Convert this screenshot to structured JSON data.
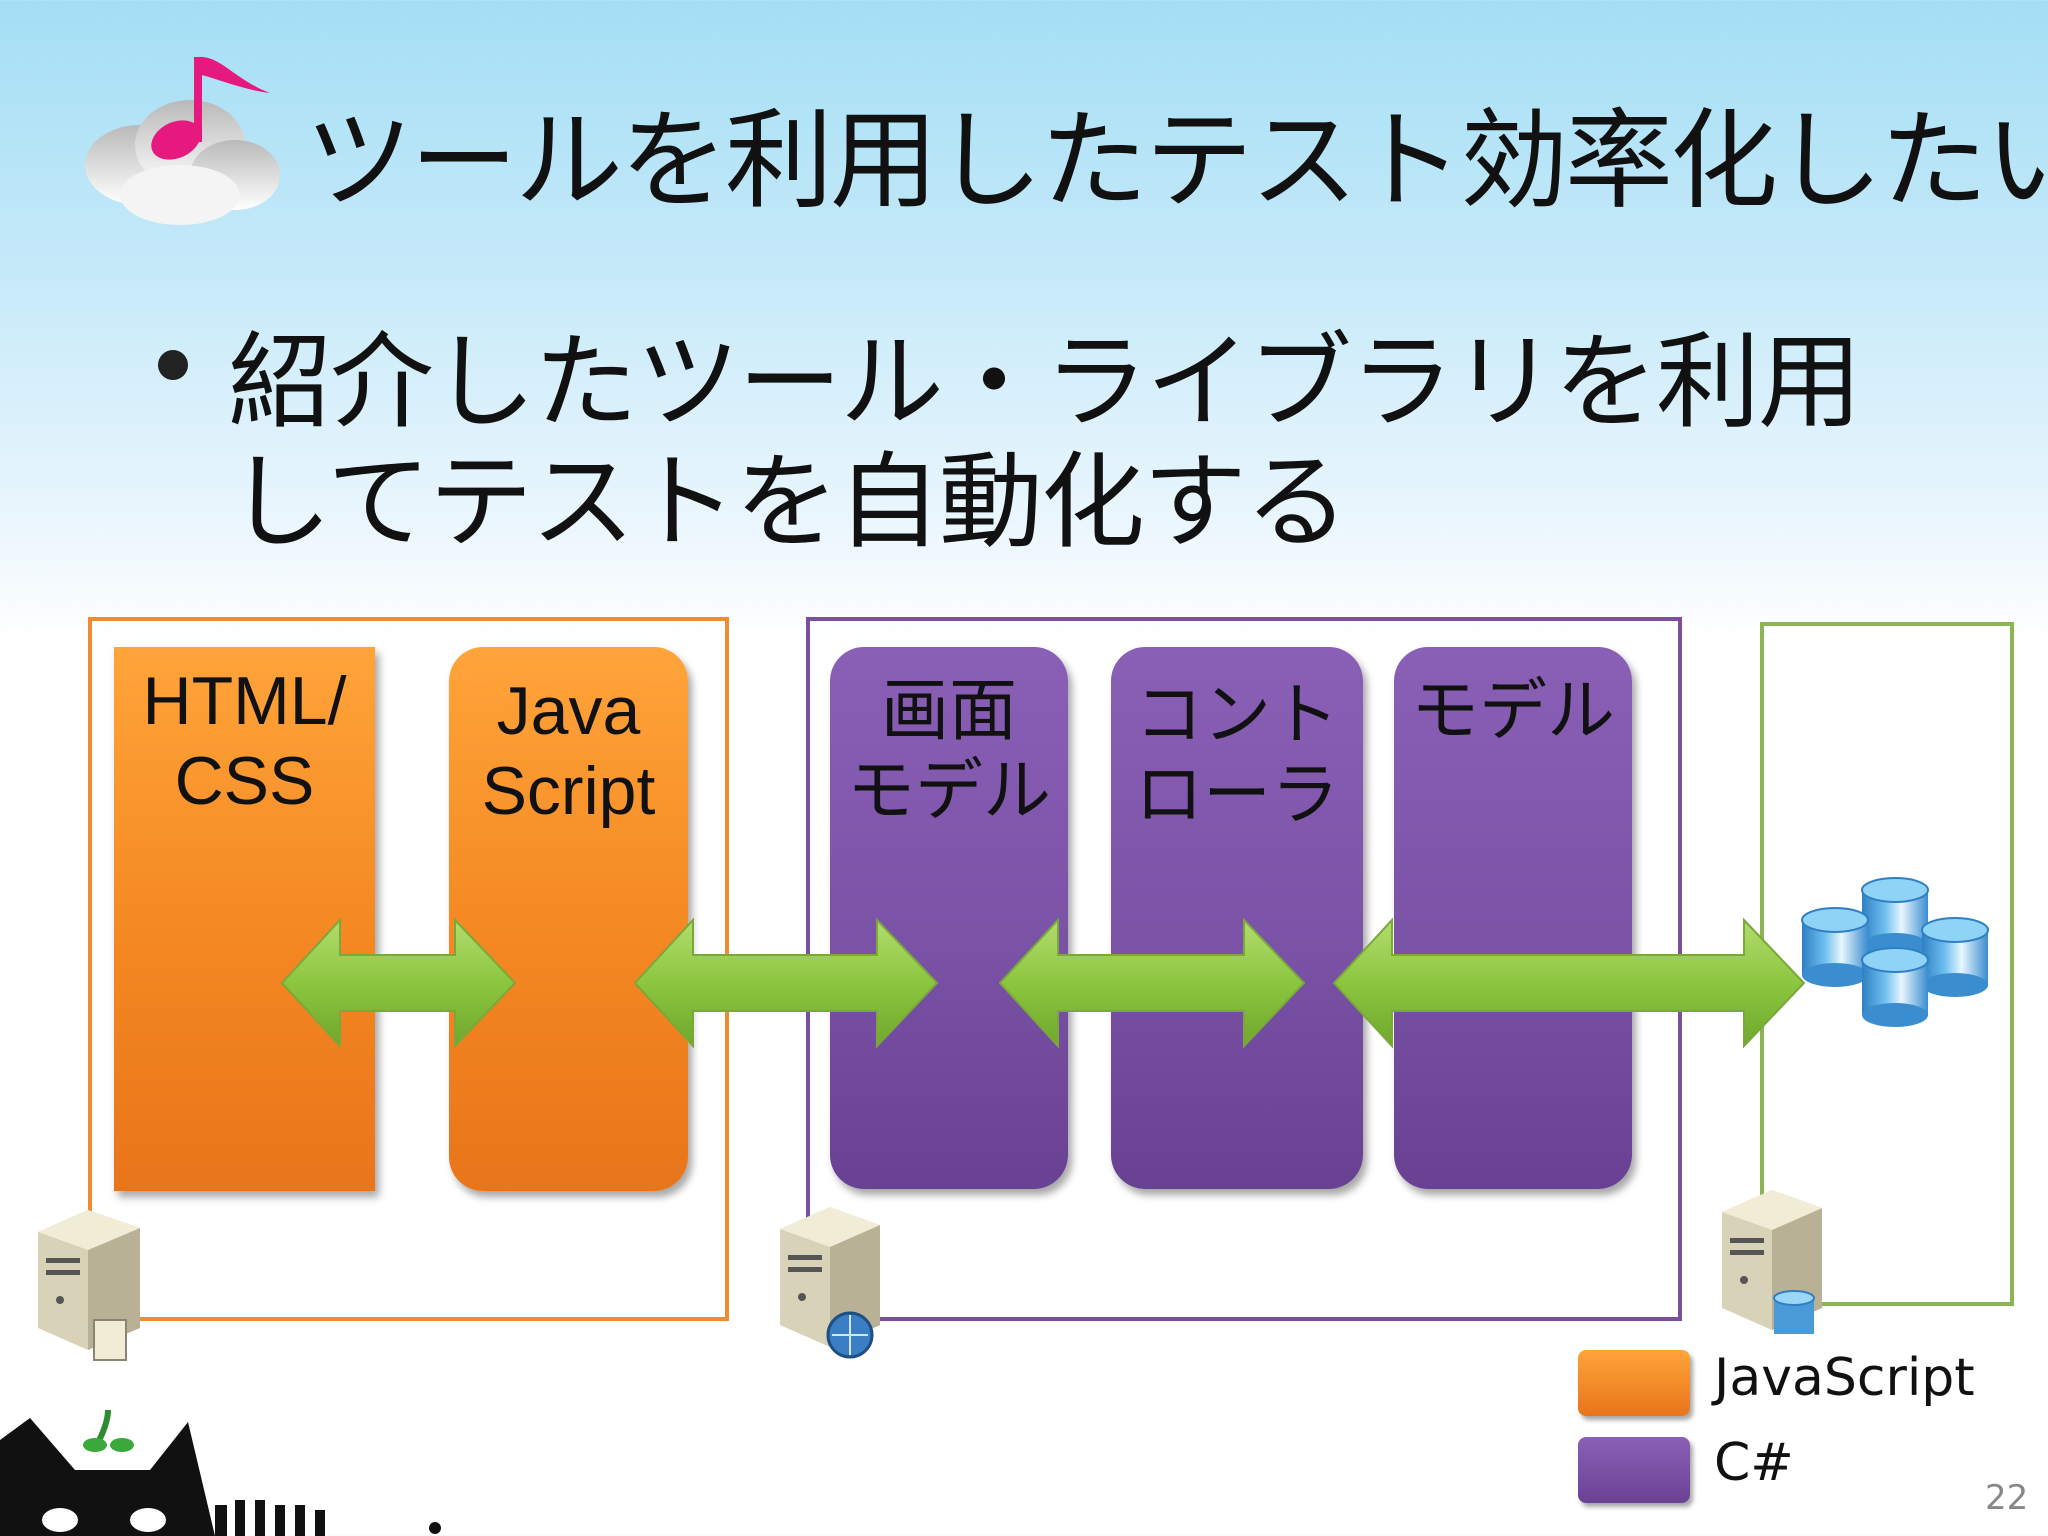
{
  "slide": {
    "title": "ツールを利用したテスト効率化したい",
    "bullets": [
      "紹介したツール・ライブラリを利用",
      "してテストを自動化する"
    ],
    "page_number": "22"
  },
  "layers": {
    "html_css": [
      "HTML/",
      "CSS"
    ],
    "javascript": [
      "Java",
      "Script"
    ],
    "view_model": [
      "画面",
      "モデル"
    ],
    "controller": [
      "コント",
      "ローラ"
    ],
    "model": [
      "モデル"
    ]
  },
  "legend": [
    {
      "label": "JavaScript",
      "color": "#f48722"
    },
    {
      "label": "C#",
      "color": "#7a52a6"
    }
  ],
  "colors": {
    "javascript": "#f48722",
    "csharp": "#7a52a6",
    "arrow": "#8cc63f",
    "database": "#5ba8dc",
    "database_frame": "#8cb454"
  },
  "icons": [
    "music-note-icon",
    "cloud-icon",
    "web-server-icon",
    "app-server-icon",
    "database-server-icon",
    "database-icon",
    "cat-mascot-icon"
  ]
}
